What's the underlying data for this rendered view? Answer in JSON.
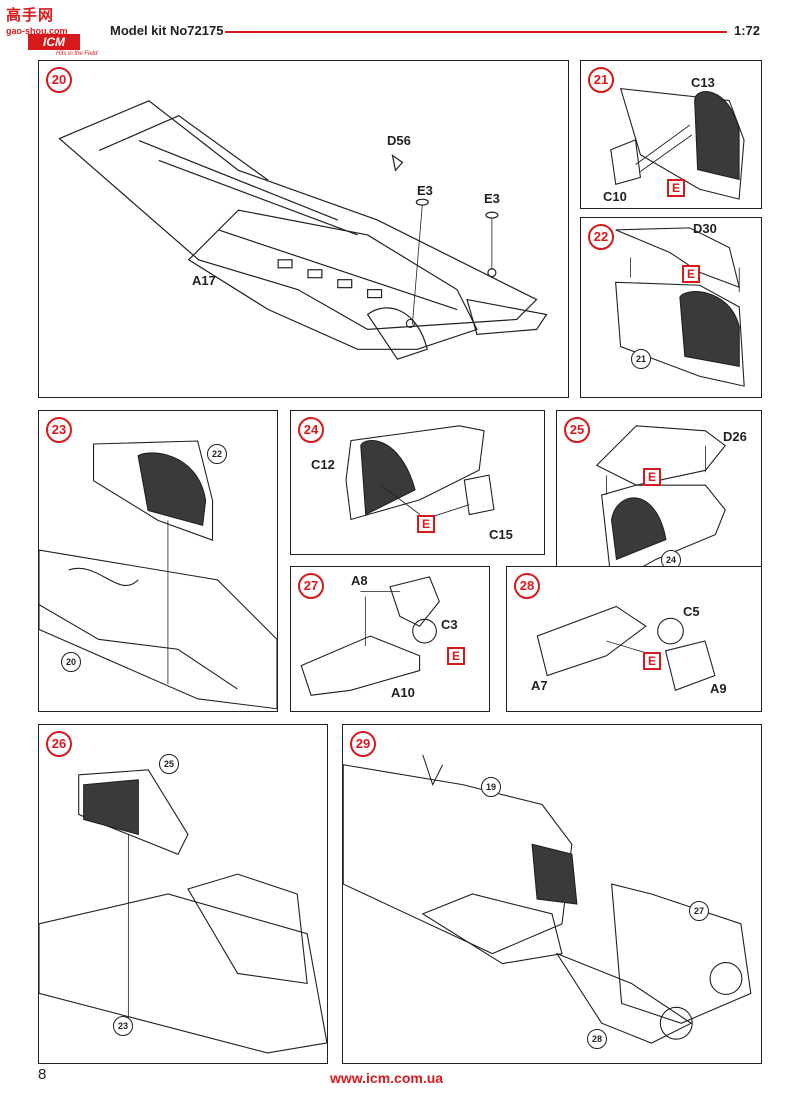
{
  "header": {
    "logo_top": "高手网",
    "logo_sub": "gao-shou.com",
    "logo_brand": "ICM",
    "logo_tagline": "Hits in the Field",
    "title": "Model kit No72175",
    "scale": "1:72"
  },
  "steps": {
    "s20": {
      "number": "20",
      "labels": [
        "D56",
        "E3",
        "E3",
        "A17"
      ]
    },
    "s21": {
      "number": "21",
      "labels": [
        "C13",
        "C10"
      ],
      "mark": "E"
    },
    "s22": {
      "number": "22",
      "labels": [
        "D30"
      ],
      "mark": "E",
      "ref": "21"
    },
    "s23": {
      "number": "23",
      "ref_a": "22",
      "ref_b": "20"
    },
    "s24": {
      "number": "24",
      "labels": [
        "C12",
        "C15"
      ],
      "mark": "E"
    },
    "s25": {
      "number": "25",
      "labels": [
        "D26"
      ],
      "mark": "E",
      "ref": "24"
    },
    "s26": {
      "number": "26",
      "ref_a": "25",
      "ref_b": "23"
    },
    "s27": {
      "number": "27",
      "labels": [
        "A8",
        "C3",
        "A10"
      ],
      "mark": "E"
    },
    "s28": {
      "number": "28",
      "labels": [
        "C5",
        "A7",
        "A9"
      ],
      "mark": "E"
    },
    "s29": {
      "number": "29",
      "ref_a": "19",
      "ref_b": "27",
      "ref_c": "28"
    }
  },
  "footer": {
    "page": "8",
    "url": "www.icm.com.ua"
  },
  "colors": {
    "accent": "#d7191c",
    "ink": "#231f20"
  }
}
